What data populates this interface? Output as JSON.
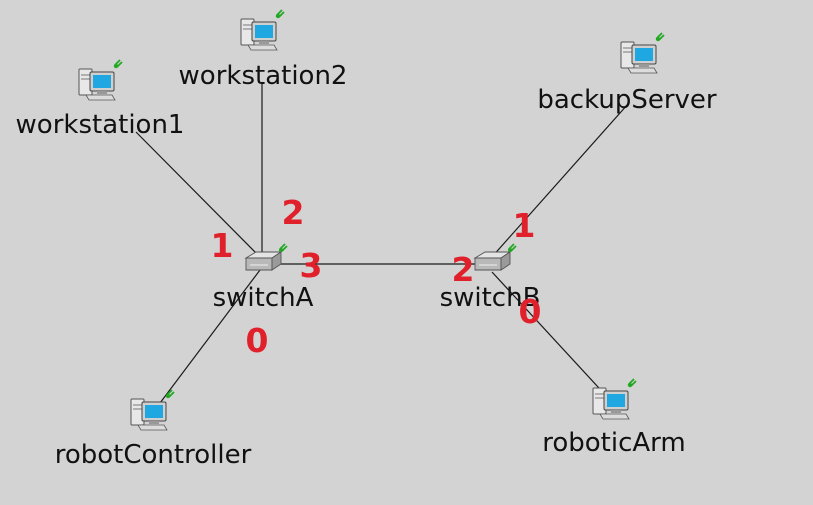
{
  "nodes": {
    "workstation1": "workstation1",
    "workstation2": "workstation2",
    "backupServer": "backupServer",
    "switchA": "switchA",
    "switchB": "switchB",
    "robotController": "robotController",
    "roboticArm": "roboticArm"
  },
  "ports": {
    "switchA_to_workstation1": "1",
    "switchA_to_workstation2": "2",
    "switchA_to_switchB": "3",
    "switchA_to_robotController": "0",
    "switchB_to_backupServer": "1",
    "switchB_to_switchA": "2",
    "switchB_to_roboticArm": "0"
  },
  "colors": {
    "background": "#d3d3d3",
    "port_label": "#e0202a",
    "link": "#1a1a1a"
  },
  "icons": {
    "host": "host-computer-icon",
    "switch": "ethernet-switch-icon"
  }
}
